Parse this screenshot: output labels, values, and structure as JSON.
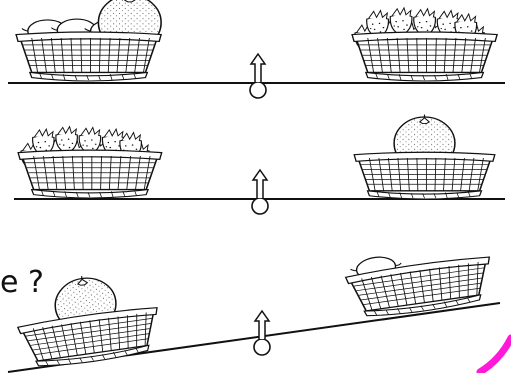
{
  "question_text": "e ?",
  "colors": {
    "ink": "#111111",
    "paper": "#ffffff",
    "accent": "#ff1ad9"
  },
  "rows": [
    {
      "label": "row-1",
      "left_basket_contents": [
        "lemon",
        "lemon",
        "lemon",
        "orange"
      ],
      "right_basket_contents": [
        "strawberries"
      ],
      "balanced": true
    },
    {
      "label": "row-2",
      "left_basket_contents": [
        "strawberries"
      ],
      "right_basket_contents": [
        "orange"
      ],
      "balanced": true
    },
    {
      "label": "row-3",
      "left_basket_contents": [
        "orange"
      ],
      "right_basket_contents": [
        "lemon"
      ],
      "balanced": false,
      "heavier_side": "left"
    }
  ]
}
